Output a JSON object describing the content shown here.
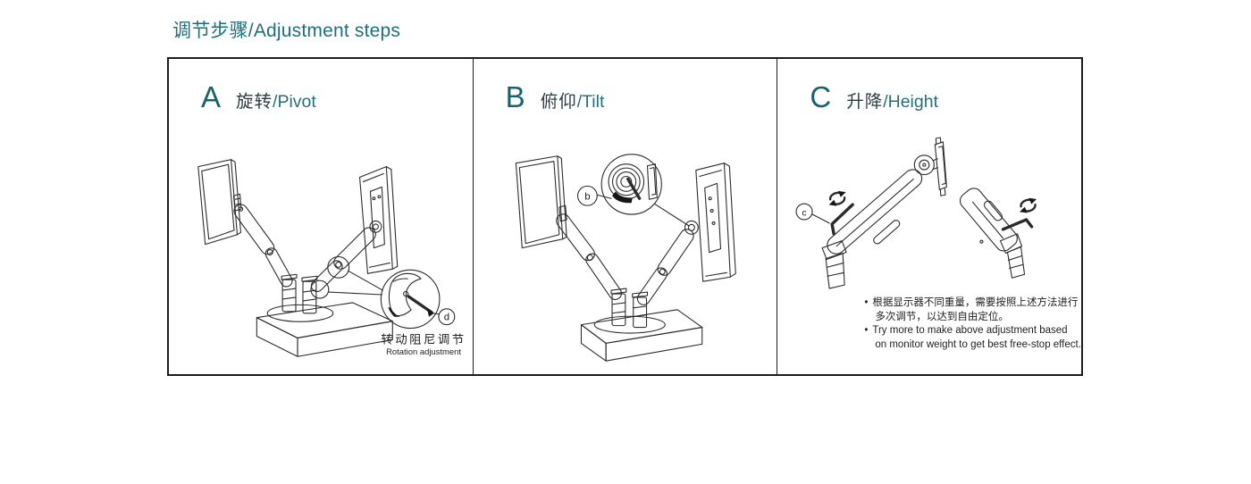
{
  "page": {
    "title": "调节步骤/Adjustment steps"
  },
  "colors": {
    "accent": "#1f6f7a",
    "heading_zh": "#2e3e40",
    "line_art": "#2b2b2b",
    "border": "#1c1c1c"
  },
  "panels": [
    {
      "letter": "A",
      "label_zh": "旋转",
      "label_en": "/Pivot",
      "callout": {
        "label": "d",
        "caption_zh": "转动阻尼调节",
        "caption_en": "Rotation adjustment"
      }
    },
    {
      "letter": "B",
      "label_zh": "俯仰",
      "label_en": "/Tilt",
      "callout": {
        "label": "b"
      }
    },
    {
      "letter": "C",
      "label_zh": "升降",
      "label_en": "/Height",
      "callout": {
        "label": "c"
      },
      "notes": {
        "bullet": "•",
        "zh_1": "根据显示器不同重量，需要按照上述方法进行",
        "zh_2": "多次调节，以达到自由定位。",
        "en_1": "Try more to make above adjustment based",
        "en_2": "on monitor weight to get best free-stop effect."
      }
    }
  ]
}
